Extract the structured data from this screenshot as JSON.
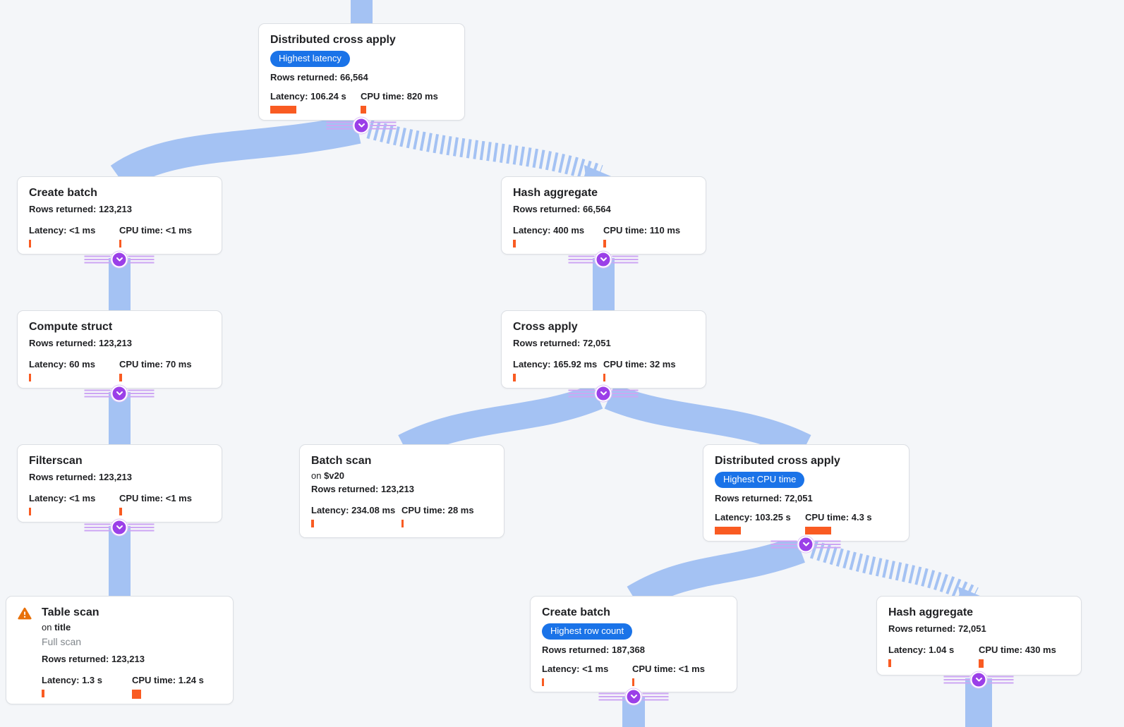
{
  "colors": {
    "background": "#f4f6f9",
    "edge_blue": "#a4c2f3",
    "connector_purple": "#9b3fe8",
    "metric_bar_orange": "#f95b22",
    "badge_blue": "#1a73e8",
    "warning_orange": "#e8710a"
  },
  "nodes": [
    {
      "title": "Distributed cross apply",
      "badge": "Highest latency",
      "rows": "Rows returned: 66,564",
      "latency": "Latency: 106.24 s",
      "cpu": "CPU time: 820 ms"
    },
    {
      "title": "Create batch",
      "rows": "Rows returned: 123,213",
      "latency": "Latency: <1 ms",
      "cpu": "CPU time: <1 ms"
    },
    {
      "title": "Hash aggregate",
      "rows": "Rows returned: 66,564",
      "latency": "Latency: 400 ms",
      "cpu": "CPU time: 110 ms"
    },
    {
      "title": "Compute struct",
      "rows": "Rows returned: 123,213",
      "latency": "Latency: 60 ms",
      "cpu": "CPU time: 70 ms"
    },
    {
      "title": "Cross apply",
      "rows": "Rows returned: 72,051",
      "latency": "Latency: 165.92 ms",
      "cpu": "CPU time: 32 ms"
    },
    {
      "title": "Filterscan",
      "rows": "Rows returned: 123,213",
      "latency": "Latency: <1 ms",
      "cpu": "CPU time: <1 ms"
    },
    {
      "title": "Batch scan",
      "on_prefix": "on ",
      "on_target": "$v20",
      "rows": "Rows returned: 123,213",
      "latency": "Latency: 234.08 ms",
      "cpu": "CPU time: 28 ms"
    },
    {
      "title": "Distributed cross apply",
      "badge": "Highest CPU time",
      "rows": "Rows returned: 72,051",
      "latency": "Latency: 103.25 s",
      "cpu": "CPU time: 4.3 s"
    },
    {
      "title": "Table scan",
      "on_prefix": "on ",
      "on_target": "title",
      "scan_note": "Full scan",
      "rows": "Rows returned: 123,213",
      "latency": "Latency: 1.3 s",
      "cpu": "CPU time: 1.24 s"
    },
    {
      "title": "Create batch",
      "badge": "Highest row count",
      "rows": "Rows returned: 187,368",
      "latency": "Latency: <1 ms",
      "cpu": "CPU time: <1 ms"
    },
    {
      "title": "Hash aggregate",
      "rows": "Rows returned: 72,051",
      "latency": "Latency: 1.04 s",
      "cpu": "CPU time: 430 ms"
    }
  ]
}
